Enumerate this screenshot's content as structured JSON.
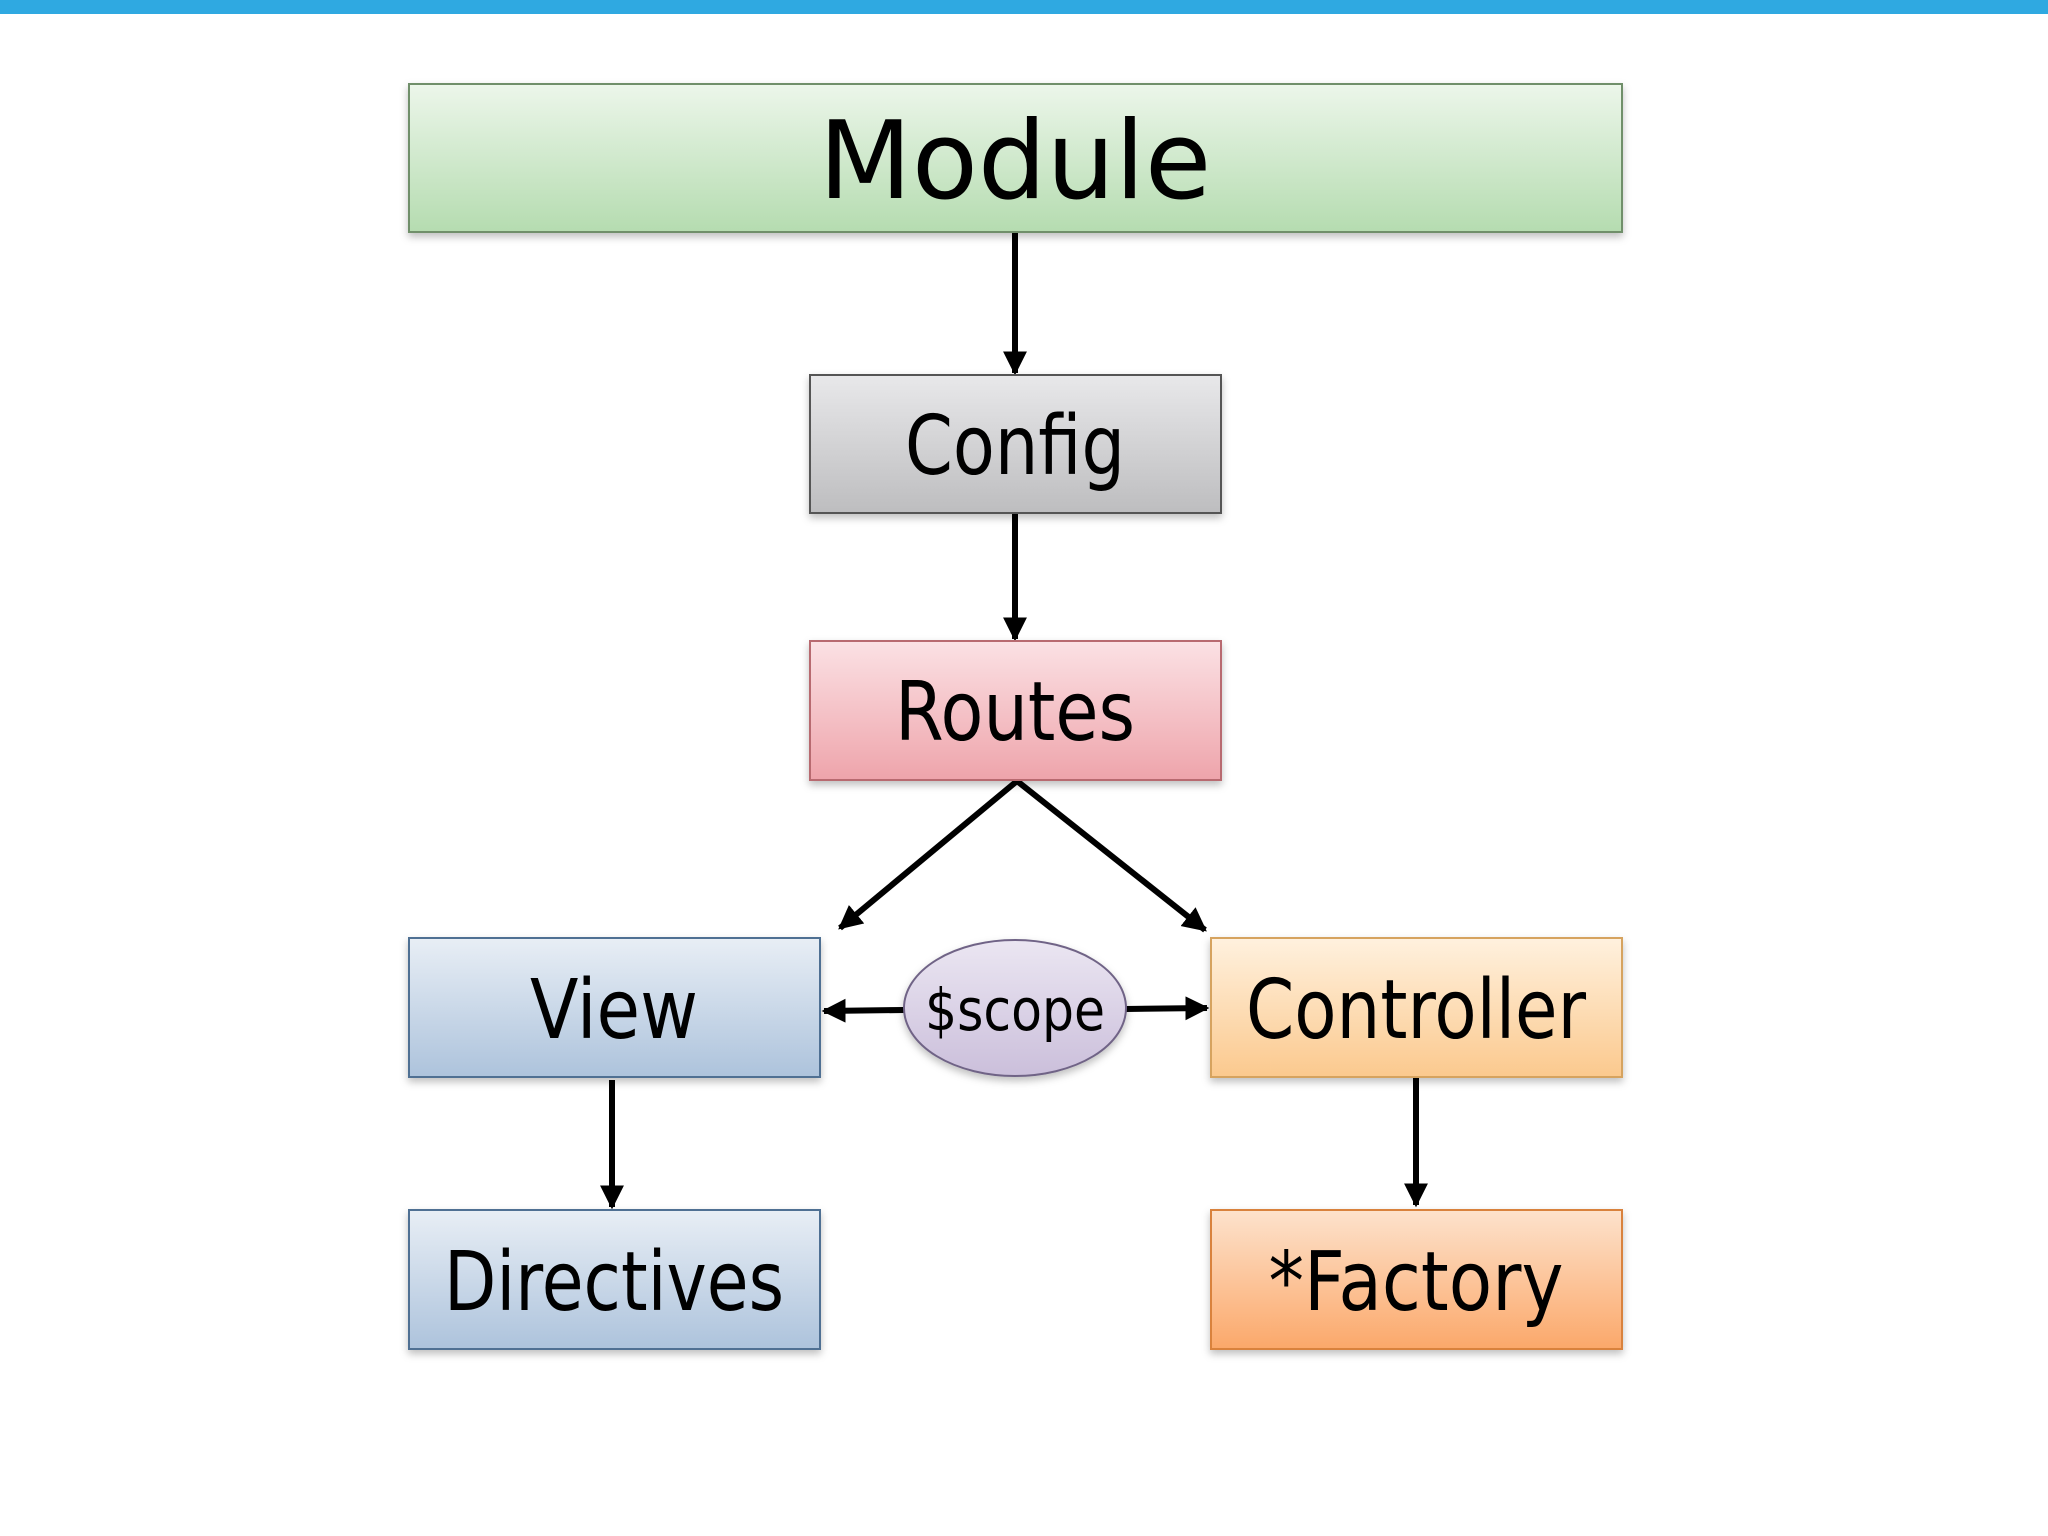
{
  "nodes": {
    "module": "Module",
    "config": "Config",
    "routes": "Routes",
    "view": "View",
    "scope": "$scope",
    "controller": "Controller",
    "directives": "Directives",
    "factory": "*Factory"
  },
  "colors": {
    "top_bar": "#2fa9e1",
    "module": [
      "#ecf6ea",
      "#b5dcb0"
    ],
    "config": [
      "#e8e8ea",
      "#bdbdbf"
    ],
    "routes": [
      "#fbe1e4",
      "#eea4ab"
    ],
    "view": [
      "#e8eef5",
      "#adc3dc"
    ],
    "controller": [
      "#fff1de",
      "#fbc98e"
    ],
    "factory": [
      "#fde2cc",
      "#fba86a"
    ],
    "scope": [
      "#ebe6f2",
      "#cbbfdb"
    ]
  }
}
